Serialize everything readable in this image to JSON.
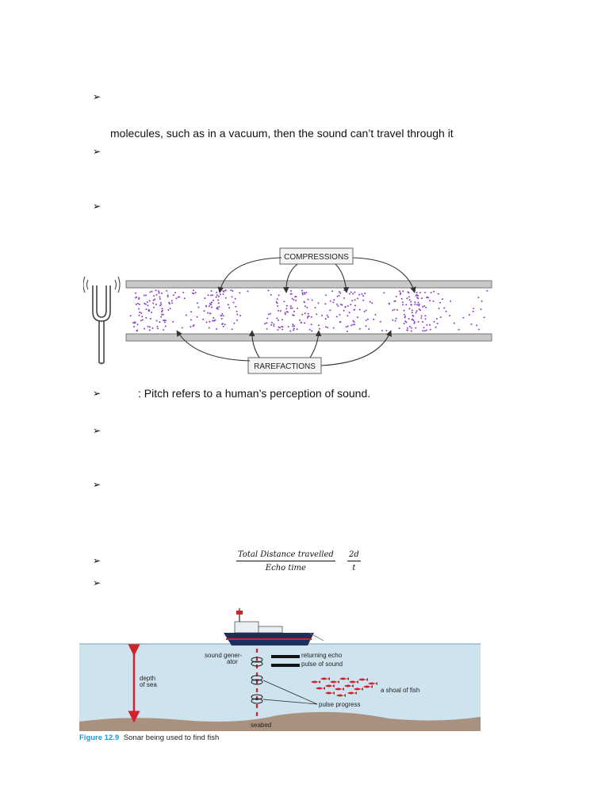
{
  "bullets": [
    "➢",
    "➢",
    "➢",
    "➢",
    "➢",
    "➢",
    "➢",
    "➢"
  ],
  "lines": {
    "vacuum": "molecules, such as in a vacuum, then the sound can’t travel through it",
    "pitch": ": Pitch refers to a human’s perception of sound."
  },
  "formula": {
    "numerator": "Total Distance travelled",
    "denominator": "Echo time",
    "numerator2": "2d",
    "denominator2": "t"
  },
  "wave_figure": {
    "label_top": "COMPRESSIONS",
    "label_bottom": "RAREFACTIONS",
    "dot_color": "#8a3fc4"
  },
  "sonar_figure": {
    "labels": {
      "generator": [
        "sound gener-",
        "ator"
      ],
      "returning": "returning echo",
      "pulse": "pulse of sound",
      "depth": [
        "depth",
        "of sea"
      ],
      "shoal": "a shoal of fish",
      "progress": "pulse progress",
      "seabed": "seabed"
    },
    "caption_number": "Figure 12.9",
    "caption_text": "Sonar being used to find fish",
    "colors": {
      "sea": "#cfe3ee",
      "seabed": "#a8927f",
      "caption": "#1a9ad6",
      "accent": "#d4202a",
      "boat": "#1d2f5a"
    }
  }
}
